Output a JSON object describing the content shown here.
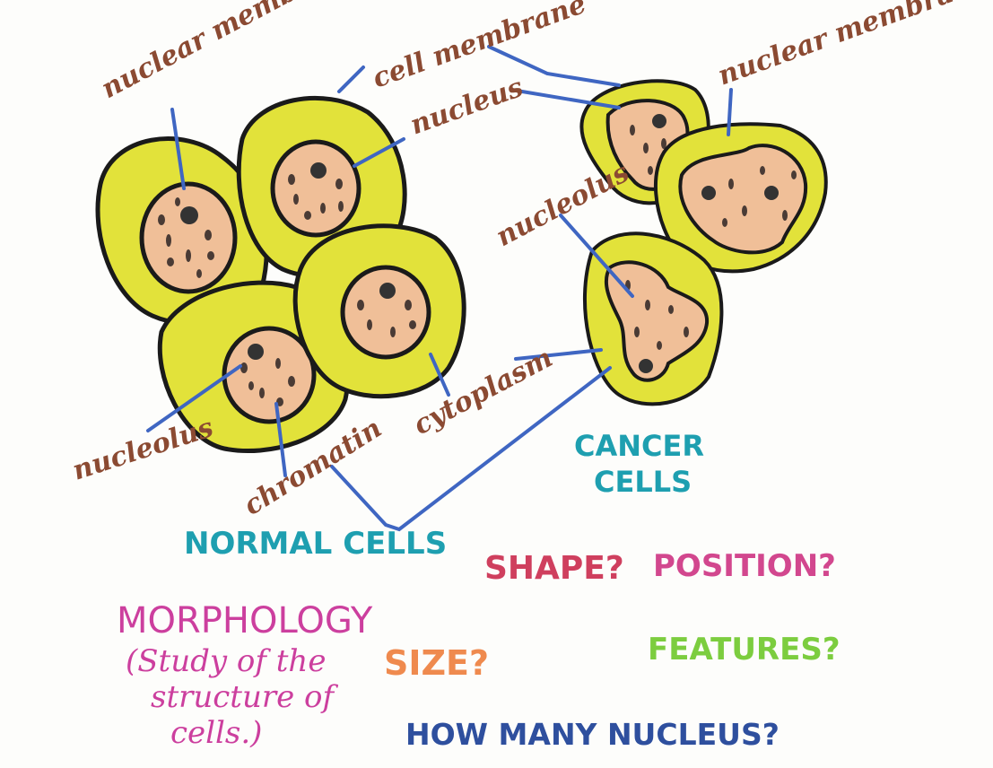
{
  "labels": {
    "normal_nuclear_membrane": "nuclear membrane",
    "cell_membrane": "cell membrane",
    "nucleus": "nucleus",
    "cancer_nuclear_membrane": "nuclear membrane .",
    "cancer_nucleolus": "nucleolus",
    "cytoplasm": "cytoplasm",
    "normal_nucleolus": "nucleolus",
    "chromatin": "chromatin"
  },
  "titles": {
    "normal_cells": "NORMAL CELLS",
    "cancer_cells": "CANCER CELLS"
  },
  "questions": {
    "shape": "SHAPE?",
    "position": "POSITION?",
    "size": "SIZE?",
    "features": "FEATURES?",
    "how_many": "HOW MANY NUCLEUS?"
  },
  "morphology": {
    "title": "MORPHOLOGY",
    "line1": "(Study of the",
    "line2": "structure of",
    "line3": "cells.)"
  },
  "colors": {
    "cytoplasm": "#e2e23a",
    "nucleus": "#f0bf98",
    "outline": "#1a1a1a",
    "leader": "#3f66c2",
    "label_brown": "#8b4a32",
    "title_teal": "#1e9fb0",
    "shape": "#cf3f5e",
    "position": "#d2478e",
    "size": "#ef8a4e",
    "features": "#7ccd3f",
    "how_many": "#2e4f9e",
    "morphology": "#cc3f9e"
  }
}
